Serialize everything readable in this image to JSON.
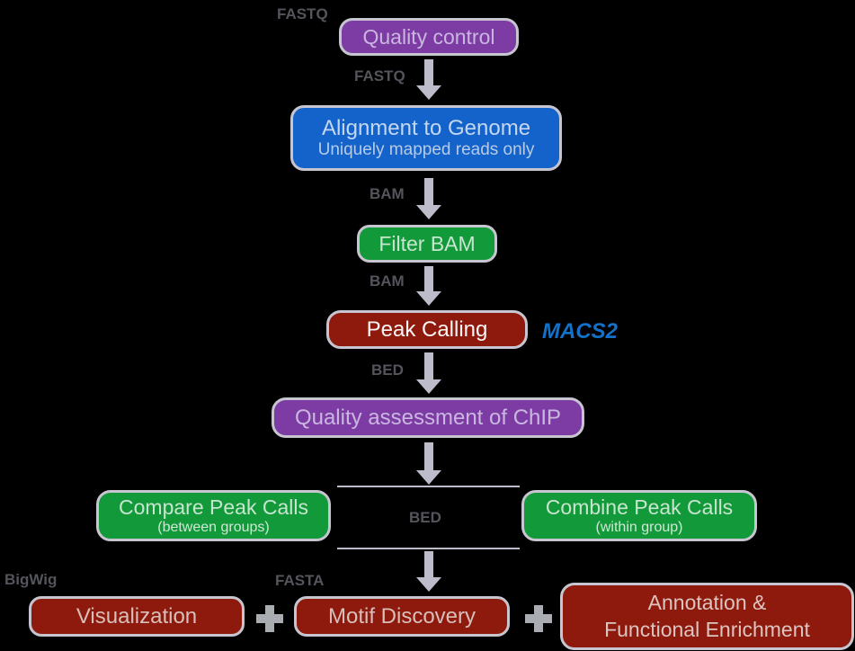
{
  "nodes": {
    "quality_control": {
      "label": "Quality control"
    },
    "alignment": {
      "label": "Alignment to Genome",
      "sublabel": "Uniquely mapped reads only"
    },
    "filter_bam": {
      "label": "Filter BAM"
    },
    "peak_calling": {
      "label": "Peak Calling",
      "tool": "MACS2"
    },
    "quality_assessment": {
      "label": "Quality assessment of ChIP"
    },
    "compare_peaks": {
      "label": "Compare Peak Calls",
      "sublabel": "(between groups)"
    },
    "combine_peaks": {
      "label": "Combine Peak Calls",
      "sublabel": "(within group)"
    },
    "visualization": {
      "label": "Visualization"
    },
    "motif_discovery": {
      "label": "Motif Discovery"
    },
    "annotation": {
      "label_line1": "Annotation &",
      "label_line2": "Functional Enrichment"
    }
  },
  "format_labels": {
    "fastq_top": "FASTQ",
    "fastq_arrow": "FASTQ",
    "bam_1": "BAM",
    "bam_2": "BAM",
    "bed_1": "BED",
    "bed_mid": "BED",
    "bigwig": "BigWig",
    "fasta": "FASTA"
  },
  "icons": {
    "plus": "plus-icon",
    "arrow_down": "arrow-down-icon"
  },
  "colors": {
    "background": "#000000",
    "purple_node": "#7d3ca3",
    "blue_node": "#1463cb",
    "green_node": "#12993a",
    "dark_red_node": "#8e1a0d",
    "node_border": "#c7c5d0",
    "arrow_gray": "#bdbcca",
    "format_label_gray": "#54555c",
    "macs2_blue": "#1371c9",
    "plus_gray": "#a9adb2"
  }
}
